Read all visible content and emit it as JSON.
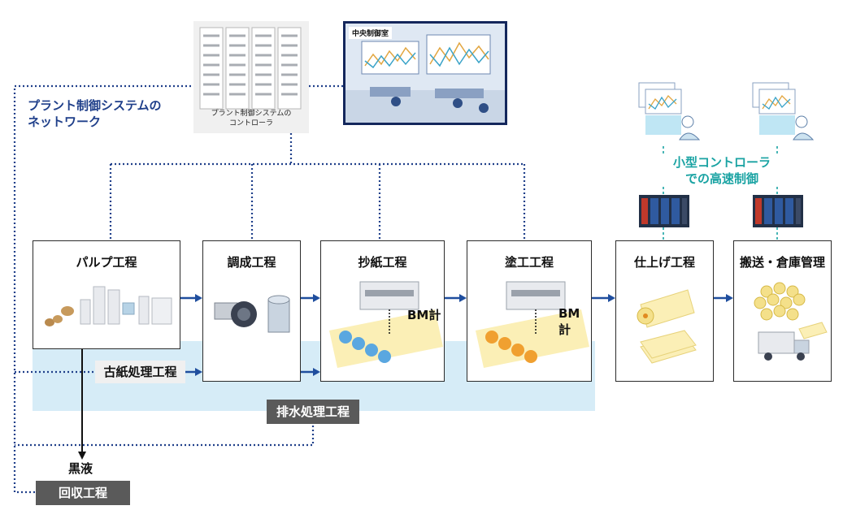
{
  "network": {
    "label_line1": "プラント制御システムの",
    "label_line2": "ネットワーク",
    "controller_line1": "プラント制御システムの",
    "controller_line2": "コントローラ",
    "control_room": "中央制御室"
  },
  "fast_control": {
    "line1": "小型コントローラ",
    "line2": "での高速制御"
  },
  "processes": {
    "pulp": "パルプ工程",
    "prep": "調成工程",
    "papermaking": "抄紙工程",
    "coating": "塗工工程",
    "finishing": "仕上げ工程",
    "shipping": "搬送・倉庫管理"
  },
  "bm_label": "BM計",
  "old_paper": "古紙処理工程",
  "wastewater": "排水処理工程",
  "black_liquor": "黒液",
  "recovery": "回収工程",
  "colors": {
    "network_line": "#1f3f8a",
    "arrow": "#1f4e9e",
    "band": "#d6ecf7",
    "teal": "#1aa3a3",
    "paper": "#fbefb6",
    "roll_orange": "#f0a030"
  }
}
